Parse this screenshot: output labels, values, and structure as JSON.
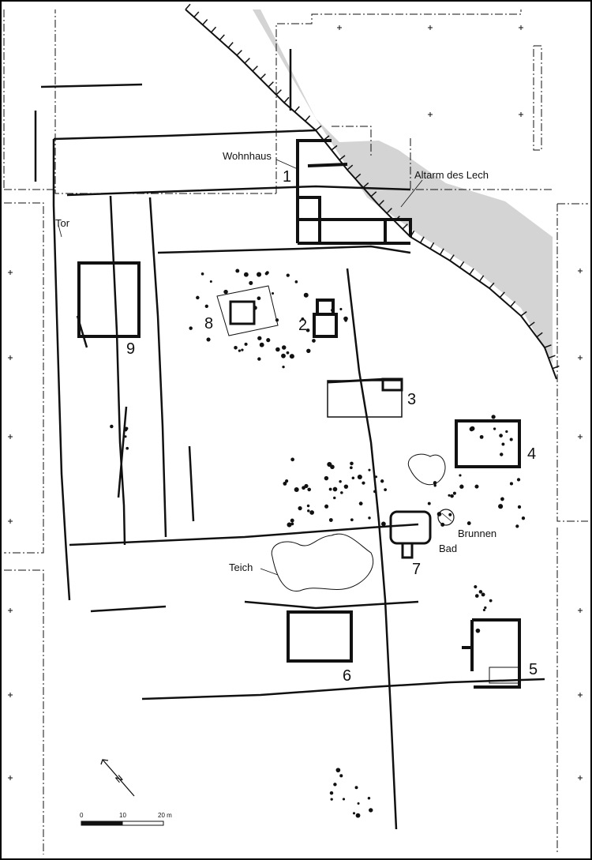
{
  "labels": {
    "wohnhaus": "Wohnhaus",
    "altarm": "Altarm des Lech",
    "tor": "Tor",
    "teich": "Teich",
    "brunnen": "Brunnen",
    "bad": "Bad"
  },
  "buildings": {
    "b1": "1",
    "b2": "2",
    "b3": "3",
    "b4": "4",
    "b5": "5",
    "b6": "6",
    "b7": "7",
    "b8": "8",
    "b9": "9"
  },
  "scale": {
    "t0": "0",
    "t10": "10",
    "t20": "20 m"
  },
  "north": {
    "letter": "N",
    "icon": "north-arrow-icon"
  },
  "colors": {
    "ink": "#111111",
    "river": "#d4d4d4",
    "background": "#ffffff"
  }
}
